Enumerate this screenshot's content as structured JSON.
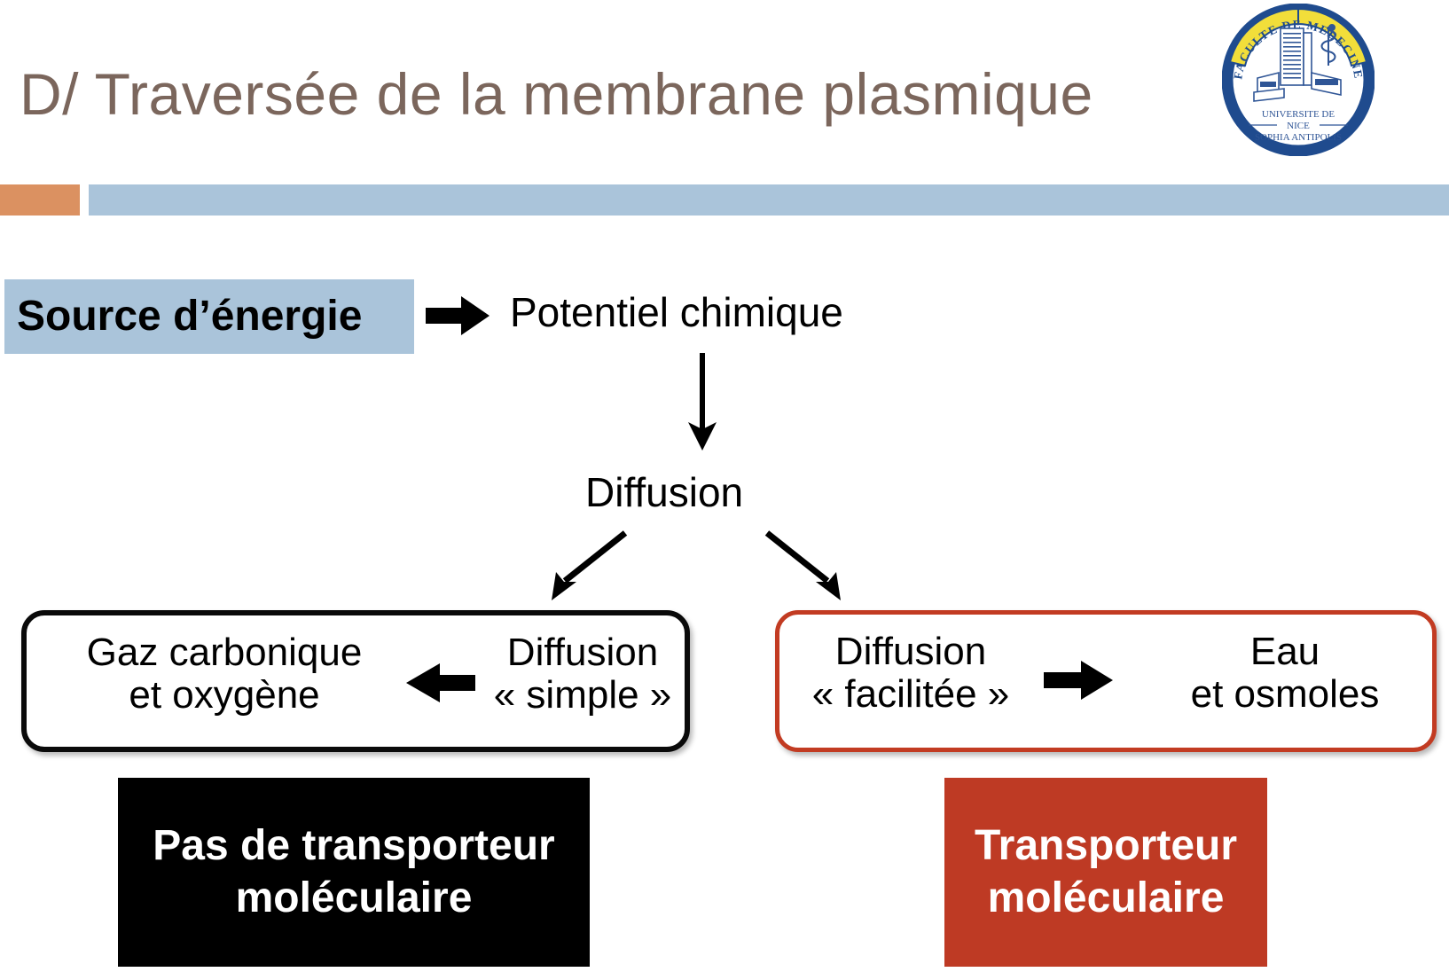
{
  "slide": {
    "title": "D/ Traversée de la membrane plasmique",
    "title_color": "#7B665C",
    "background": "#FFFFFF"
  },
  "logo": {
    "name": "faculte-de-medecine-seal",
    "arc_text": "FACULTE DE MEDECINE",
    "line1": "UNIVERSITE DE",
    "line2": "NICE",
    "line3": "SOPHIA ANTIPOLIS",
    "ring_color": "#1F4B8E",
    "band_color": "#F2DE3A",
    "building_color": "#2F5596"
  },
  "divider": {
    "orange_color": "#DB9161",
    "blue_color": "#AAC4DA"
  },
  "flow": {
    "source": {
      "label": "Source d’énergie",
      "background": "#AAC4DA"
    },
    "arrow_source_to_potential": "block-arrow-right-icon",
    "potential": "Potentiel chimique",
    "arrow_potential_to_diffusion": "down-arrow-icon",
    "diffusion": "Diffusion",
    "arrow_split_left": "diagonal-arrow-down-left-icon",
    "arrow_split_right": "diagonal-arrow-down-right-icon"
  },
  "panels": [
    {
      "id": "simple",
      "border_color": "#0A0A0A",
      "left_text": "Gaz carbonique\net oxygène",
      "arrow": "block-arrow-left-icon",
      "right_text": "Diffusion\n« simple »"
    },
    {
      "id": "facilitated",
      "border_color": "#C23B22",
      "left_text": "Diffusion\n« facilitée »",
      "arrow": "block-arrow-right-icon",
      "right_text": "Eau\net osmoles"
    }
  ],
  "emphasis": [
    {
      "id": "no-transporter",
      "text": "Pas de transporteur\nmoléculaire",
      "background": "#000000",
      "text_color": "#FFFFFF"
    },
    {
      "id": "transporter",
      "text": "Transporteur\nmoléculaire",
      "background": "#BE3A24",
      "text_color": "#FFFFFF"
    }
  ]
}
